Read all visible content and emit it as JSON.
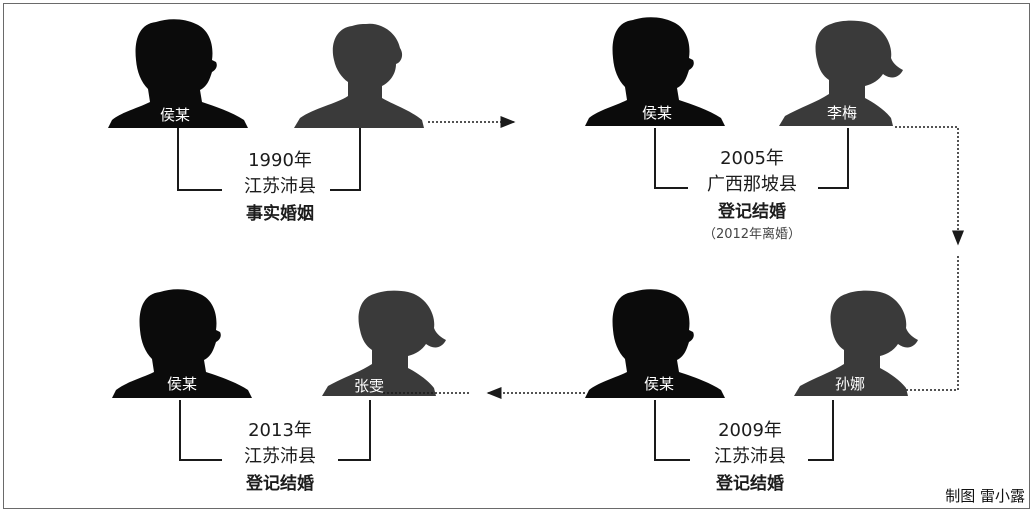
{
  "diagram": {
    "couples": [
      {
        "husband": "侯某",
        "wife": "",
        "year": "1990年",
        "place": "江苏沛县",
        "type": "事实婚姻",
        "note": ""
      },
      {
        "husband": "侯某",
        "wife": "李梅",
        "year": "2005年",
        "place": "广西那坡县",
        "type": "登记结婚",
        "note": "（2012年离婚）"
      },
      {
        "husband": "侯某",
        "wife": "孙娜",
        "year": "2009年",
        "place": "江苏沛县",
        "type": "登记结婚",
        "note": ""
      },
      {
        "husband": "侯某",
        "wife": "张雯",
        "year": "2013年",
        "place": "江苏沛县",
        "type": "登记结婚",
        "note": ""
      }
    ],
    "credit": "制图 雷小露"
  },
  "colors": {
    "male": "#0b0b0b",
    "female": "#3a3a3a",
    "line": "#1a1a1a"
  }
}
